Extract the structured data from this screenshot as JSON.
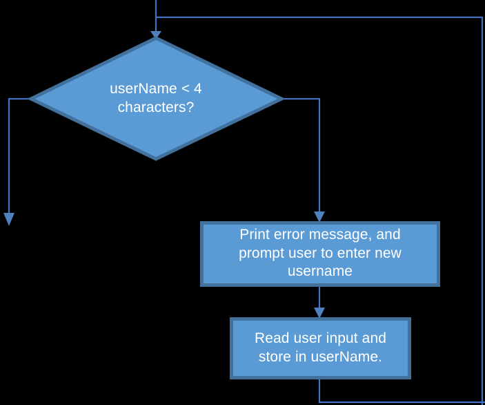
{
  "diagram": {
    "type": "flowchart",
    "title": "Username validation loop flowchart",
    "background_color": "#000000",
    "palette": {
      "node_fill": "#5B9BD5",
      "node_border": "#41719C",
      "connector": "#4472C4",
      "arrowhead": "#4F81BD",
      "text": "#FFFFFF"
    },
    "nodes": [
      {
        "id": "decision-username-length",
        "shape": "diamond",
        "text": "userName < 4\ncharacters?",
        "fill": "#5B9BD5",
        "border": "#41719C"
      },
      {
        "id": "process-print-error",
        "shape": "rectangle",
        "text": "Print error message, and\nprompt user to enter new\nusername",
        "fill": "#5B9BD5",
        "border": "#41719C"
      },
      {
        "id": "process-read-input",
        "shape": "rectangle",
        "text": "Read user input and\nstore in userName.",
        "fill": "#5B9BD5",
        "border": "#41719C"
      }
    ],
    "connectors": [
      {
        "id": "entry-into-decision",
        "from": "top-of-canvas",
        "to": "decision-username-length",
        "arrowhead": true
      },
      {
        "id": "loop-back-top-right",
        "from": "entry-junction",
        "to": "right-edge-of-canvas",
        "arrowhead": false
      },
      {
        "id": "decision-false-branch-left",
        "from": "decision-username-length",
        "to": "bottom-of-canvas-left",
        "arrowhead": true
      },
      {
        "id": "decision-true-branch-right",
        "from": "decision-username-length",
        "to": "process-print-error",
        "arrowhead": true
      },
      {
        "id": "print-error-to-read-input",
        "from": "process-print-error",
        "to": "process-read-input",
        "arrowhead": true
      },
      {
        "id": "read-input-loop-return",
        "from": "process-read-input",
        "to": "right-edge-of-canvas",
        "arrowhead": false
      }
    ]
  }
}
